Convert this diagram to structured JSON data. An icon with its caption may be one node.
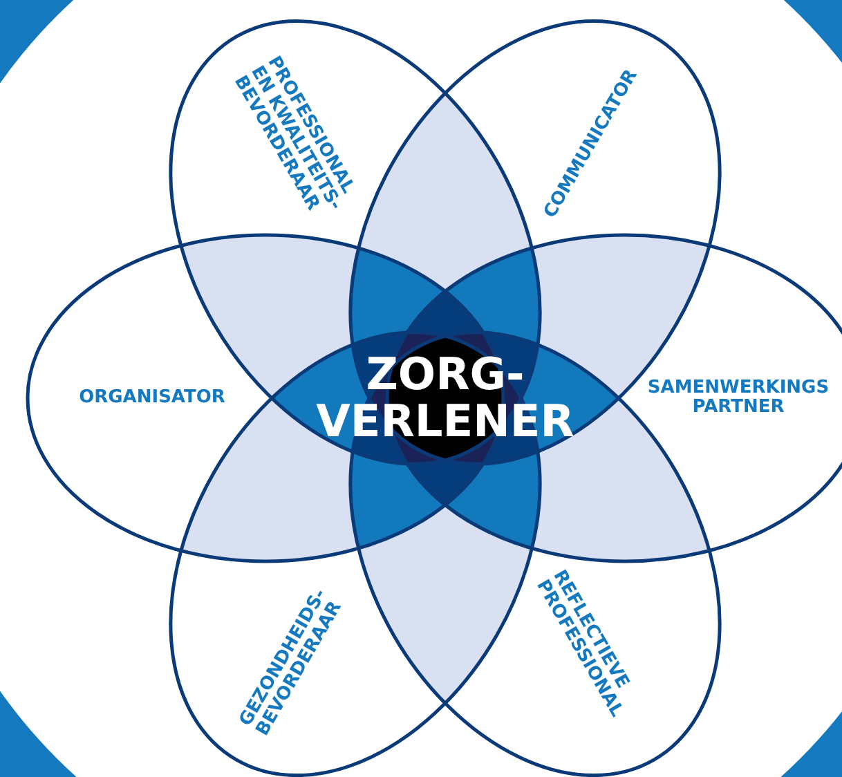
{
  "diagram": {
    "nodes": [
      {
        "text": [
          "PROFESSIONAL EN KWALITEITS- BEVORDERAAR"
        ]
      },
      {
        "text": [
          "COMMUNICATOR"
        ]
      },
      {
        "text": [
          "ORGANISATOR"
        ]
      },
      {
        "text": [
          "ZORG- VERLENER"
        ]
      },
      {
        "text": [
          "SAMENWERKINGS PARTNER"
        ]
      },
      {
        "text": [
          "GEZONDHEIDS- BEVORDERAAR"
        ]
      },
      {
        "text": [
          "REFLECTIEVE PROFESSIONAL"
        ]
      }
    ]
  }
}
